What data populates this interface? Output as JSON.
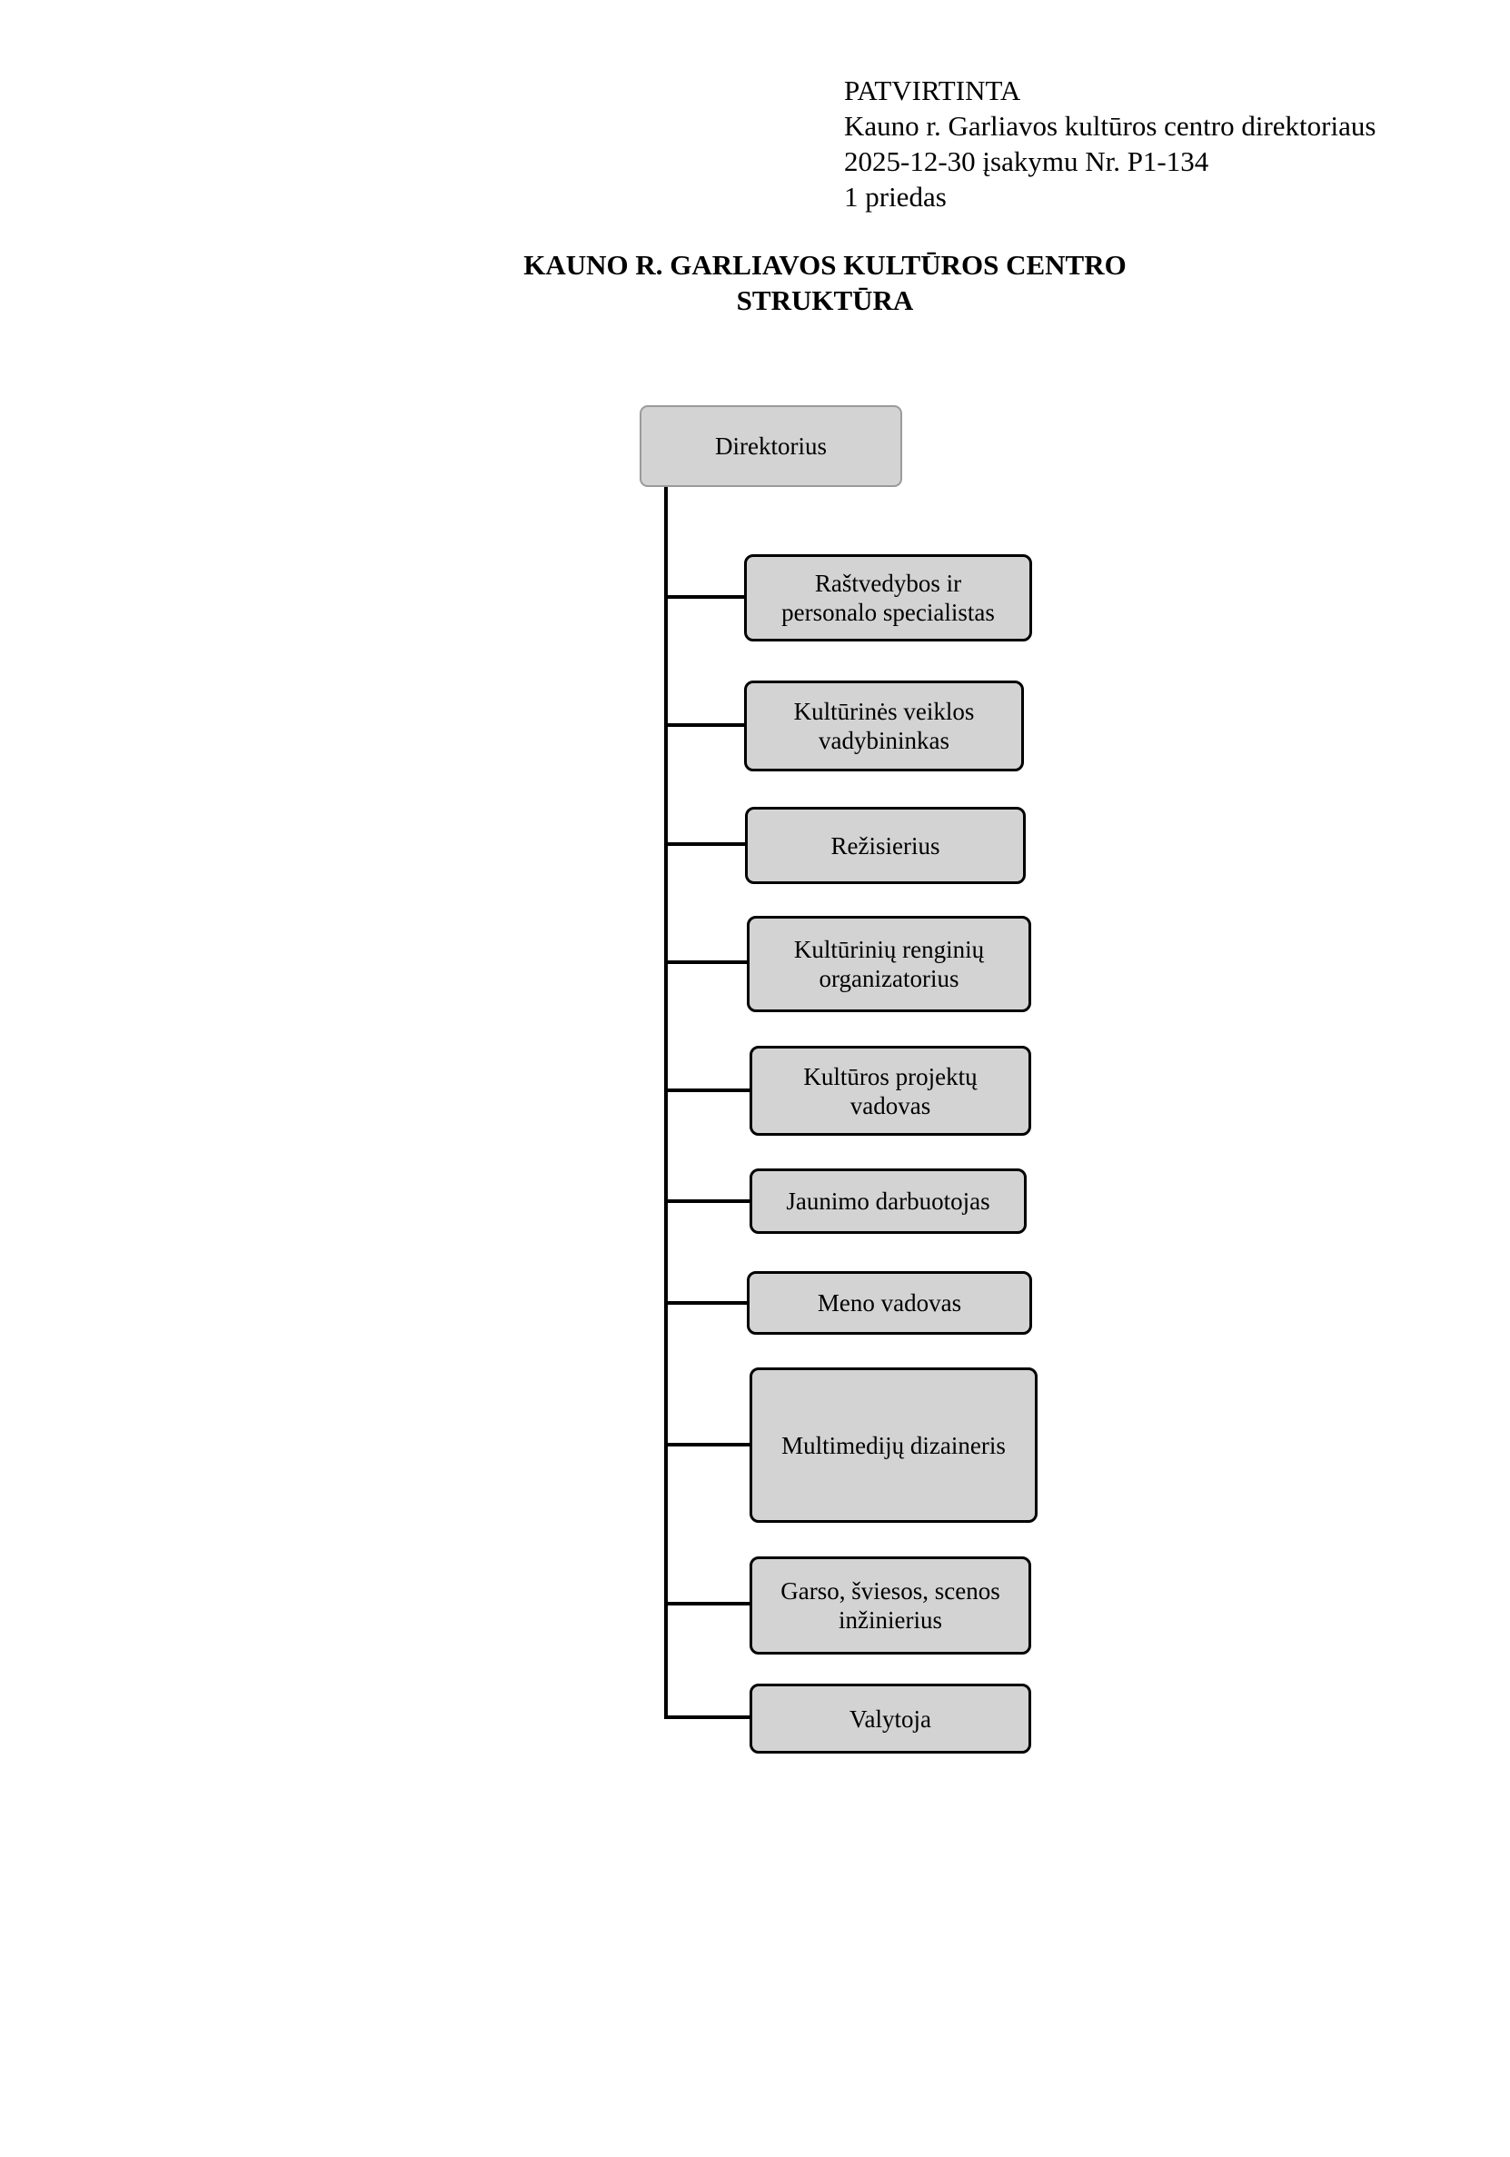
{
  "approval": {
    "lines": [
      "PATVIRTINTA",
      "Kauno r. Garliavos kultūros centro direktoriaus",
      "2025-12-30 įsakymu Nr. P1-134",
      "1 priedas"
    ]
  },
  "title": {
    "line1": "KAUNO R. GARLIAVOS KULTŪROS CENTRO",
    "line2": "STRUKTŪRA"
  },
  "org_chart": {
    "root": "Direktorius",
    "children": [
      {
        "line1": "Raštvedybos ir",
        "line2": "personalo specialistas"
      },
      {
        "line1": "Kultūrinės veiklos",
        "line2": "vadybininkas"
      },
      {
        "line1": "Režisierius",
        "line2": ""
      },
      {
        "line1": "Kultūrinių renginių",
        "line2": "organizatorius"
      },
      {
        "line1": "Kultūros projektų",
        "line2": "vadovas"
      },
      {
        "line1": "Jaunimo darbuotojas",
        "line2": ""
      },
      {
        "line1": "Meno vadovas",
        "line2": ""
      },
      {
        "line1": "Multimedijų dizaineris",
        "line2": ""
      },
      {
        "line1": "Garso, šviesos, scenos",
        "line2": "inžinierius"
      },
      {
        "line1": "Valytoja",
        "line2": ""
      }
    ]
  }
}
